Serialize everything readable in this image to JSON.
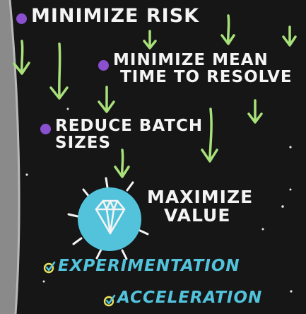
{
  "goals": [
    {
      "text": "MINIMIZE RISK"
    },
    {
      "lines": [
        "MINIMIZE MEAN",
        "TIME TO RESOLVE"
      ]
    },
    {
      "lines": [
        "REDUCE BATCH",
        "SIZES"
      ]
    }
  ],
  "result": {
    "lines": [
      "MAXIMIZE",
      "VALUE"
    ],
    "icon": "diamond-icon"
  },
  "outcomes": [
    {
      "text": "EXPERIMENTATION",
      "icon": "checkmark-icon"
    },
    {
      "text": "ACCELERATION",
      "icon": "checkmark-icon"
    }
  ],
  "colors": {
    "background": "#161616",
    "edge": "#8a8a8a",
    "text": "#f4f4f4",
    "accent_blue": "#53c3dc",
    "dot_purple": "#8a50d0",
    "arrow_green": "#a8e07a",
    "check_yellow": "#e8e25a"
  }
}
